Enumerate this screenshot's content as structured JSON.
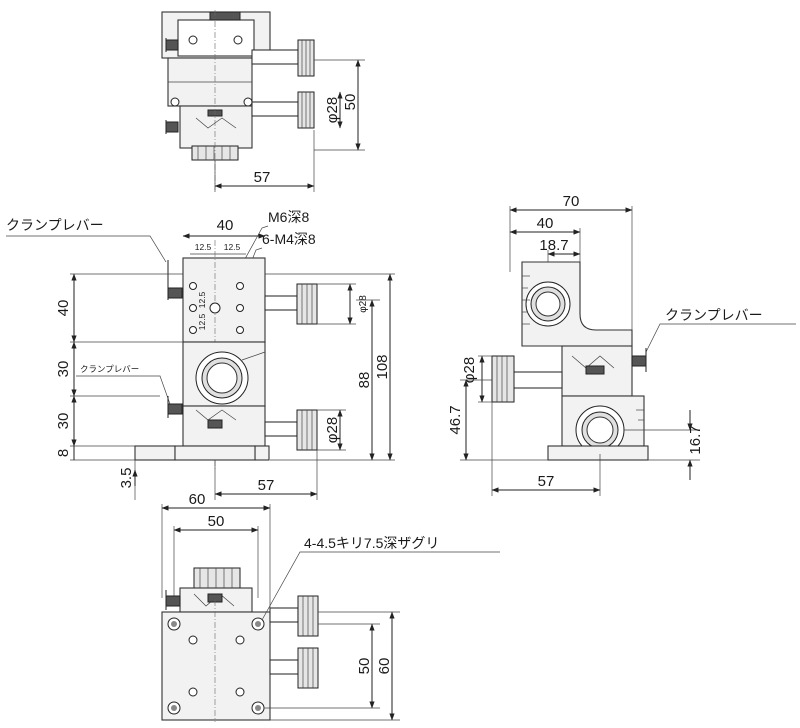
{
  "top_view": {
    "dim_57": "57",
    "dim_50": "50",
    "dim_phi28": "φ28"
  },
  "front_view": {
    "clamp_lever": "クランプレバー",
    "clamp_lever_small": "クランプレバー",
    "dim_40_top": "40",
    "dim_12_5_a": "12.5",
    "dim_12_5_b": "12.5",
    "dim_12_5_c": "12.5",
    "dim_12_5_d": "12.5",
    "m6": "M6深8",
    "m4": "6-M4深8",
    "dim_phi28_small": "φ28",
    "dim_phi28": "φ28",
    "dim_40_side": "40",
    "dim_30_a": "30",
    "dim_30_b": "30",
    "dim_8": "8",
    "dim_3_5": "3.5",
    "dim_88": "88",
    "dim_108": "108",
    "dim_57": "57"
  },
  "side_view": {
    "dim_70": "70",
    "dim_40": "40",
    "dim_18_7": "18.7",
    "clamp_lever": "クランプレバー",
    "dim_phi28": "φ28",
    "dim_46_7": "46.7",
    "dim_16_7": "16.7",
    "dim_57": "57"
  },
  "bottom_view": {
    "dim_60": "60",
    "dim_50": "50",
    "counterbore": "4-4.5キリ7.5深ザグリ",
    "dim_50_v": "50",
    "dim_60_v": "60"
  }
}
